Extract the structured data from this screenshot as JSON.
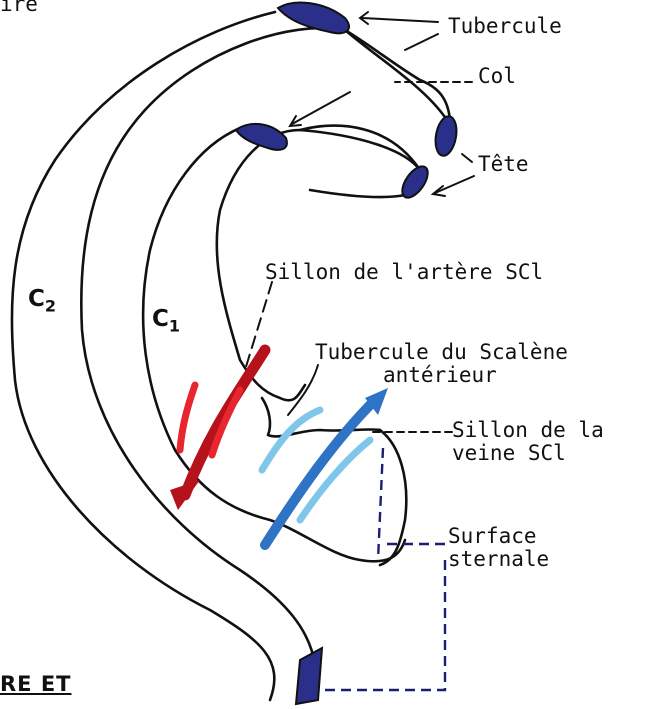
{
  "labels": {
    "tubercule": "Tubercule",
    "col": "Col",
    "tete": "Tête",
    "sillon_artere": "Sillon de l'artère SCl",
    "tubercule_scalene_1": "Tubercule du Scalène",
    "tubercule_scalene_2": "antérieur",
    "sillon_veine_1": "Sillon de la",
    "sillon_veine_2": "veine SCl",
    "surface_1": "Surface",
    "surface_2": "sternale",
    "c2_main": "C",
    "c2_sub": "2",
    "c1_main": "C",
    "c1_sub": "1"
  },
  "fragments": {
    "top_left": "ire",
    "bottom_left": "RE ET"
  },
  "colors": {
    "outline": "#111111",
    "cartilage": "#2a2f8a",
    "artery_dark": "#b5121b",
    "artery_light": "#e8262e",
    "vein_dark": "#2f74c4",
    "vein_light": "#7ec6ea",
    "dashed": "#1b1f6e"
  }
}
